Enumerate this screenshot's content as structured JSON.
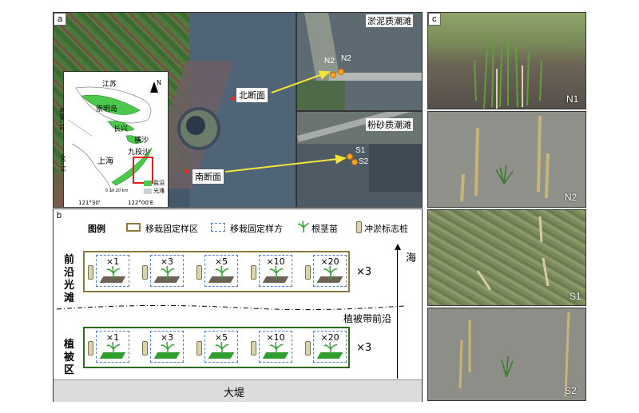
{
  "panels": {
    "a": "a",
    "b": "b",
    "c": "c"
  },
  "panel_a": {
    "inset": {
      "jiangsu": "江苏",
      "chongming": "崇明岛",
      "changxing": "长兴",
      "hengsha": "横沙",
      "jiuduansha": "九段沙",
      "shanghai": "上海",
      "north_arrow": "N",
      "lat1": "31°40'N",
      "lat2": "31°00'",
      "lon1": "121°30'",
      "lon2": "122°00'E",
      "scale": "0   10   20 km",
      "legend_salt": "盐沼",
      "legend_flat": "光滩"
    },
    "north_section": "北断面",
    "south_section": "南断面",
    "muddy_flat": "淤泥质潮滩",
    "sandy_flat": "粉砂质潮滩",
    "points": [
      "N2",
      "N2",
      "S1",
      "S2"
    ]
  },
  "panel_b": {
    "legend_title": "图例",
    "legend": [
      {
        "label": "移栽固定样区",
        "icon": "solid-rect-icon"
      },
      {
        "label": "移栽固定样方",
        "icon": "dashed-rect-icon"
      },
      {
        "label": "根茎苗",
        "icon": "seedling-icon"
      },
      {
        "label": "冲淤标志桩",
        "icon": "stake-icon"
      }
    ],
    "zone_front": [
      "前",
      "沿",
      "光",
      "滩"
    ],
    "zone_veg": [
      "植",
      "被",
      "区"
    ],
    "quadrats": [
      "×1",
      "×3",
      "×5",
      "×10",
      "×20"
    ],
    "repeat": "×3",
    "sea": "海",
    "veg_edge": "植被带前沿",
    "dike": "大堤"
  },
  "panel_c": {
    "photos": [
      "N1",
      "N2",
      "S1",
      "S2"
    ]
  },
  "colors": {
    "zone_border": "#8a7a3c",
    "veg_border": "#2d6a1e",
    "quadrat_dash": "#4f7fd0",
    "soil": "#6b6357",
    "vegetation": "#2f9e2f",
    "dot": "#f5a623"
  }
}
